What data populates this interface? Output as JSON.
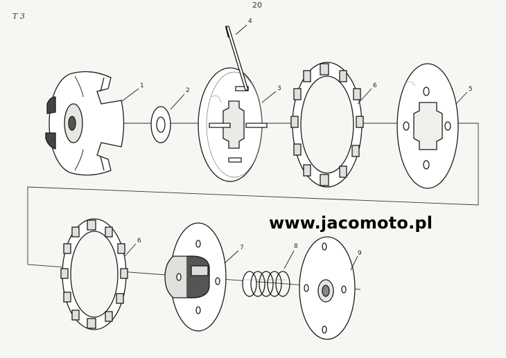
{
  "page": {
    "corner_mark": "T 3",
    "page_number": "20",
    "watermark": "www.jacomoto.pl"
  },
  "diagram": {
    "callouts": [
      "1",
      "2",
      "3",
      "4",
      "5",
      "6",
      "6",
      "7",
      "8",
      "9"
    ]
  }
}
